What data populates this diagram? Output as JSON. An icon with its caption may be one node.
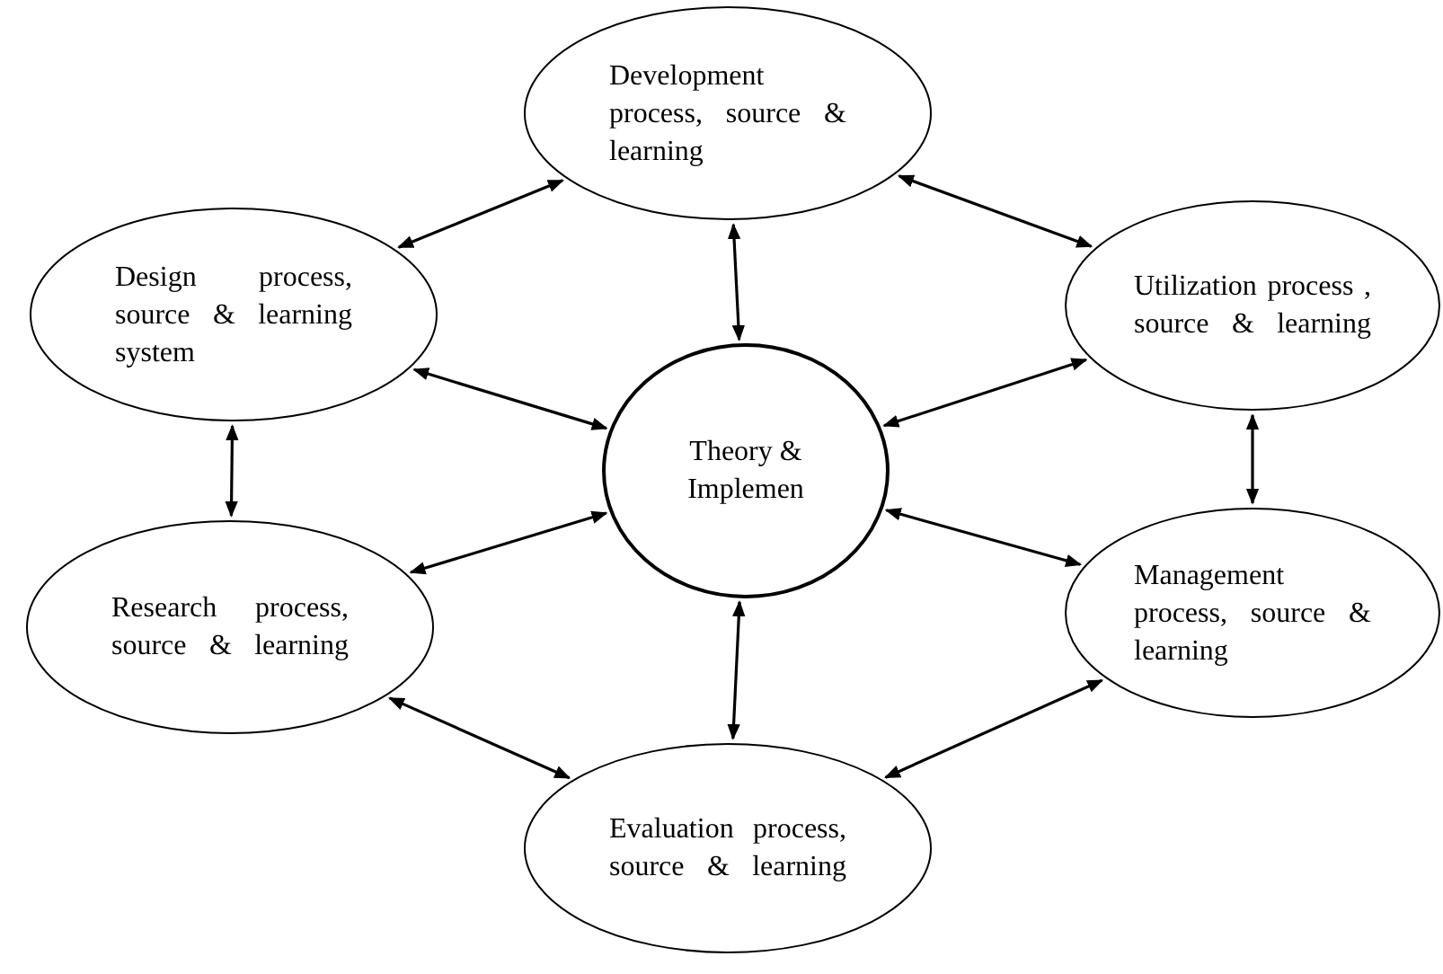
{
  "diagram": {
    "nodes": [
      {
        "text": [
          "Development process, source & learning"
        ]
      },
      {
        "text": [
          "Design process, source & learning system"
        ]
      },
      {
        "text": [
          "Utilization process , source & learning"
        ]
      },
      {
        "text": [
          "Theory & Implemen"
        ]
      },
      {
        "text": [
          "Research process, source & learning"
        ]
      },
      {
        "text": [
          "Management process, source & learning"
        ]
      },
      {
        "text": [
          "Evaluation process, source & learning"
        ]
      }
    ],
    "edges": [
      {
        "from": 1,
        "to": 0,
        "arrow": "both"
      },
      {
        "from": 0,
        "to": 2,
        "arrow": "both"
      },
      {
        "from": 0,
        "to": 3,
        "arrow": "both"
      },
      {
        "from": 1,
        "to": 3,
        "arrow": "both"
      },
      {
        "from": 2,
        "to": 3,
        "arrow": "both"
      },
      {
        "from": 1,
        "to": 4,
        "arrow": "both"
      },
      {
        "from": 2,
        "to": 5,
        "arrow": "both"
      },
      {
        "from": 4,
        "to": 3,
        "arrow": "both"
      },
      {
        "from": 5,
        "to": 3,
        "arrow": "both"
      },
      {
        "from": 6,
        "to": 3,
        "arrow": "both"
      },
      {
        "from": 4,
        "to": 6,
        "arrow": "both"
      },
      {
        "from": 6,
        "to": 5,
        "arrow": "both"
      }
    ]
  }
}
